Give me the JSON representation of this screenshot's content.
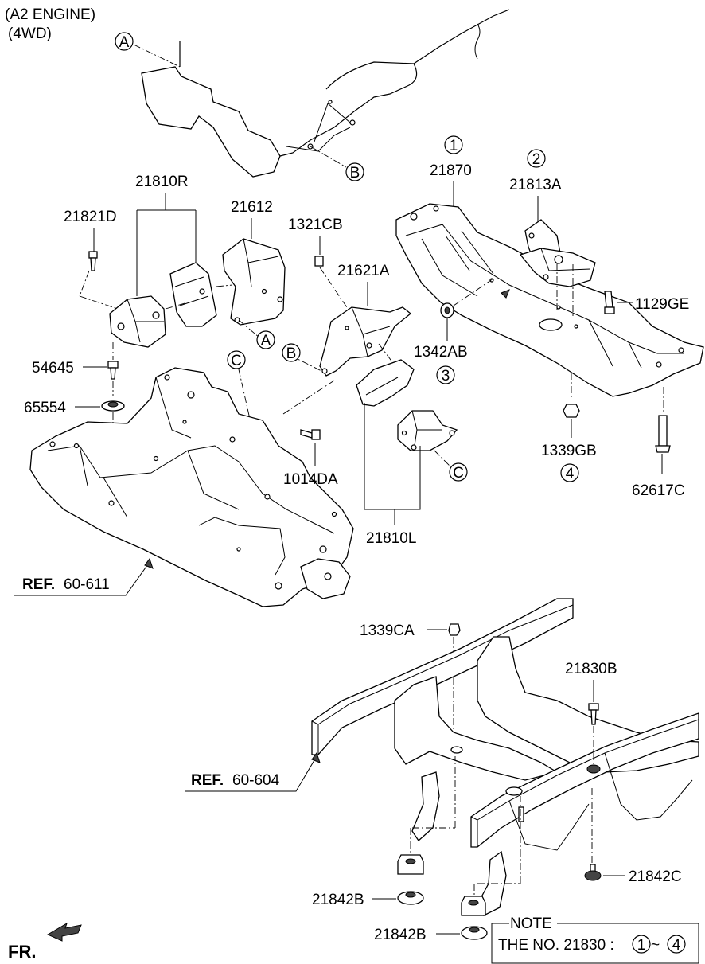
{
  "header": {
    "line1": "(A2 ENGINE)",
    "line2": "(4WD)"
  },
  "callouts": {
    "a": "A",
    "b": "B",
    "c": "C",
    "n1": "1",
    "n2": "2",
    "n3": "3",
    "n4": "4"
  },
  "parts": {
    "p21810R": "21810R",
    "p21821D": "21821D",
    "p21612": "21612",
    "p1321CB": "1321CB",
    "p21621A": "21621A",
    "p21870": "21870",
    "p21813A": "21813A",
    "p1129GE": "1129GE",
    "p1342AB": "1342AB",
    "p54645": "54645",
    "p65554": "65554",
    "p1014DA": "1014DA",
    "p1339GB": "1339GB",
    "p62617C": "62617C",
    "p21810L": "21810L",
    "p1339CA": "1339CA",
    "p21830B": "21830B",
    "p21842C": "21842C",
    "p21842B_1": "21842B",
    "p21842B_2": "21842B"
  },
  "refs": {
    "ref1_bold": "REF.",
    "ref1_num": "60-611",
    "ref2_bold": "REF.",
    "ref2_num": "60-604"
  },
  "note": {
    "title": "NOTE",
    "text": "THE NO. 21830 :",
    "range_start": "1",
    "tilde": "~",
    "range_end": "4"
  },
  "direction": {
    "label": "FR."
  }
}
